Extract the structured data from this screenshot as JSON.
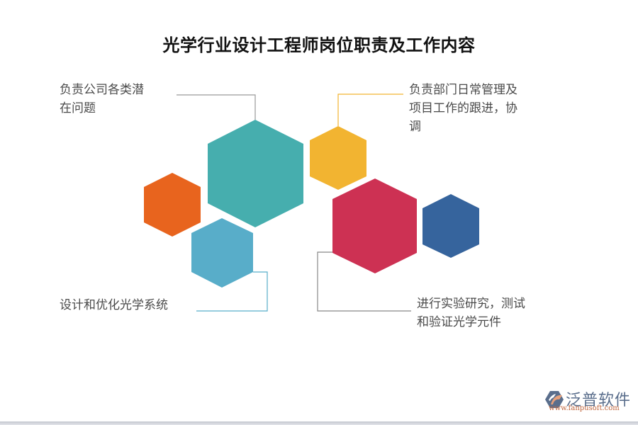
{
  "title": "光学行业设计工程师岗位职责及工作内容",
  "items": [
    {
      "id": "top-left",
      "text_line1": "负责公司各类潜",
      "text_line2": "在问题",
      "hex_color": "#46AEAE",
      "connector_color": "#999999"
    },
    {
      "id": "top-right",
      "text_line1": "负责部门日常管理及",
      "text_line2": "项目工作的跟进，协",
      "text_line3": "调",
      "hex_color": "#F2B431",
      "connector_color": "#F2B431"
    },
    {
      "id": "bottom-left",
      "text_line1": "设计和优化光学系统",
      "hex_color": "#58ADC9",
      "connector_color": "#58ADC9"
    },
    {
      "id": "bottom-right",
      "text_line1": "进行实验研究，测试",
      "text_line2": "和验证光学元件",
      "hex_color": "#CD3153",
      "connector_color": "#888888"
    }
  ],
  "decorative_hexagons": [
    {
      "name": "orange",
      "color": "#E8641E"
    },
    {
      "name": "blue",
      "color": "#36649D"
    }
  ],
  "logo": {
    "name_cn": "泛普软件",
    "url": "www.fanpusoft.com"
  }
}
